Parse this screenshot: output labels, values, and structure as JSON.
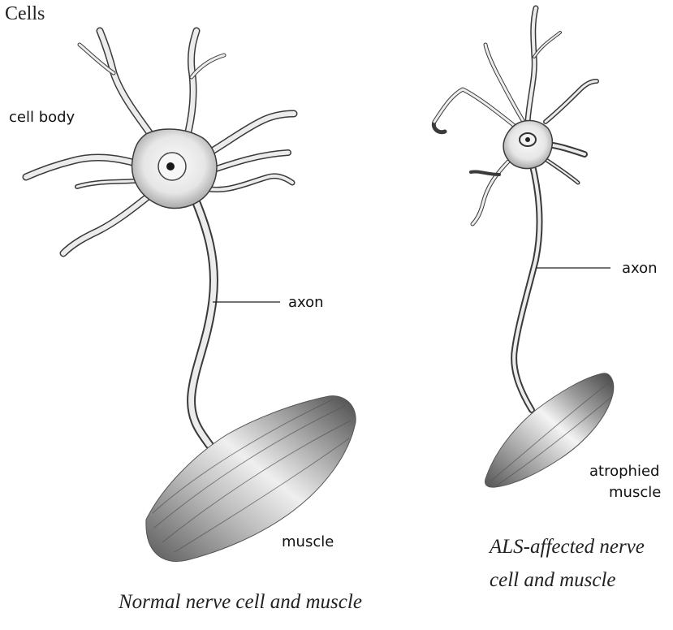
{
  "title": "Cells",
  "left": {
    "labels": {
      "cell_body": "cell body",
      "axon": "axon",
      "muscle": "muscle"
    },
    "caption": "Normal nerve cell and muscle"
  },
  "right": {
    "labels": {
      "axon": "axon",
      "muscle_line1": "atrophied",
      "muscle_line2": "muscle"
    },
    "caption_line1": "ALS-affected nerve",
    "caption_line2": "cell and muscle"
  },
  "colors": {
    "ink": "#3a3a3a",
    "shade": "#8a8a8a",
    "light": "#e9e9e9"
  }
}
